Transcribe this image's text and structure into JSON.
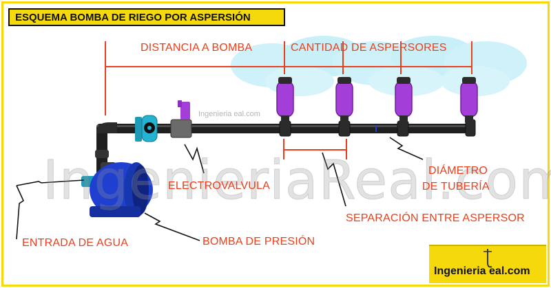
{
  "title": "ESQUEMA BOMBA DE RIEGO POR ASPERSIÓN",
  "labels": {
    "distancia": "DISTANCIA A BOMBA",
    "cantidad": "CANTIDAD DE ASPERSORES",
    "electrovalvula": "ELECTROVALVULA",
    "diametro_line1": "DIÁMETRO",
    "diametro_line2": "DE TUBERÍA",
    "separacion": "SEPARACIÓN ENTRE ASPERSOR",
    "entrada": "ENTRADA DE AGUA",
    "bomba": "BOMBA DE PRESIÓN"
  },
  "watermark": {
    "large": "IngenieriaReal.com",
    "small": "Ingenieria eal.com"
  },
  "logo": {
    "text": "Ingenieria eal.com"
  },
  "colors": {
    "accent_yellow": "#f5d90a",
    "label_red": "#e8401c",
    "pipe": "#1f1f1f",
    "sprinkler_purple": "#a43ed8",
    "pump_blue": "#1e3fd0",
    "spray_cyan": "#8fdff0"
  }
}
